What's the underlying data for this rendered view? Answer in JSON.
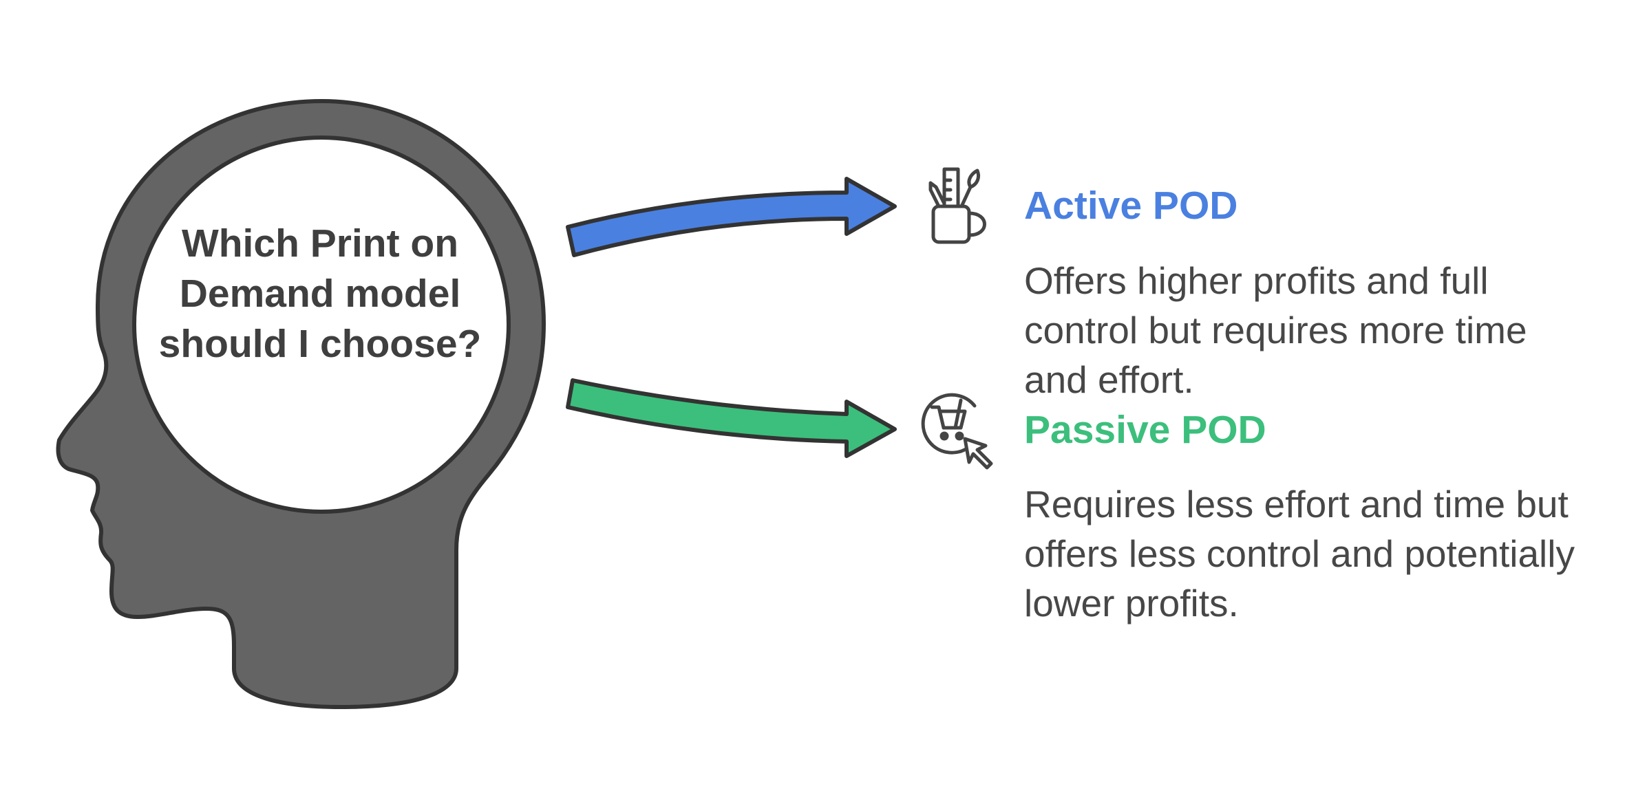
{
  "question": {
    "text": "Which Print on Demand model should I choose?"
  },
  "colors": {
    "head_fill": "#646464",
    "outline": "#333333",
    "active": "#4a80e0",
    "passive": "#3cbf7c",
    "text": "#474747"
  },
  "options": [
    {
      "title": "Active POD",
      "description": "Offers higher profits and full control but requires more time and effort.",
      "icon": "pencil-cup-icon"
    },
    {
      "title": "Passive POD",
      "description": "Requires less effort and time but offers less control and potentially lower profits.",
      "icon": "shopping-cart-cursor-icon"
    }
  ]
}
